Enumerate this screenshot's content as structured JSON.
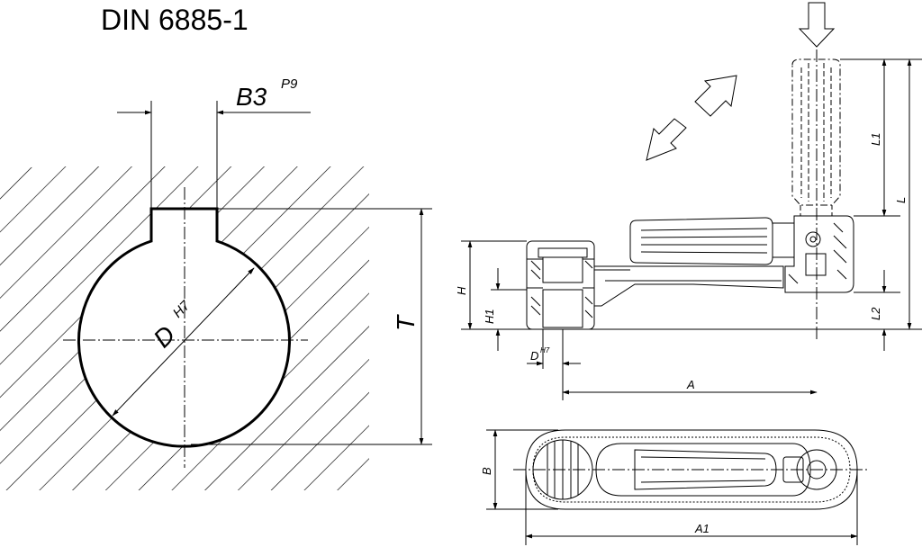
{
  "title": "DIN 6885-1",
  "keyway": {
    "b3": "B3",
    "b3_tol": "P9",
    "d": "D",
    "d_tol": "H7",
    "t": "T"
  },
  "handle": {
    "h": "H",
    "h1": "H1",
    "d": "D",
    "d_tol": "H7",
    "a": "A",
    "l": "L",
    "l1": "L1",
    "l2": "L2",
    "b": "B",
    "a1": "A1"
  }
}
